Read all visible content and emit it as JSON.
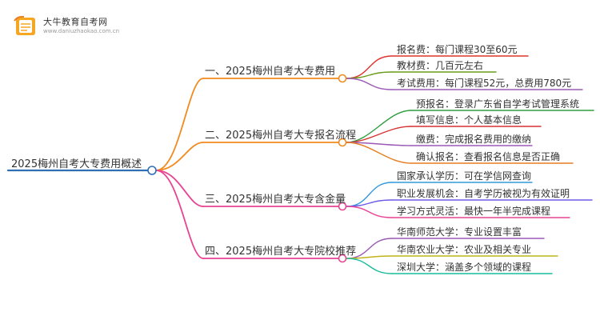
{
  "logo": {
    "title": "大牛教育自考网",
    "subtitle": "www.daniuzhaokao.com.cn",
    "icon": "book-logo-icon"
  },
  "mindmap": {
    "root": "2025梅州自考大专费用概述",
    "branches": [
      {
        "label": "一、2025梅州自考大专费用",
        "color": "#f28a1e",
        "leaves": [
          {
            "label": "报名费：每门课程30至60元",
            "color": "#e0342f"
          },
          {
            "label": "教材费：几百元左右",
            "color": "#6a9b1a"
          },
          {
            "label": "考试费用：每门课程52元，总费用780元",
            "color": "#9b59b6"
          }
        ]
      },
      {
        "label": "二、2025梅州自考大专报名流程",
        "color": "#f28a1e",
        "leaves": [
          {
            "label": "预报名：登录广东省自学考试管理系统",
            "color": "#2e9e3f"
          },
          {
            "label": "填写信息：个人基本信息",
            "color": "#d63031"
          },
          {
            "label": "缴费：完成报名费用的缴纳",
            "color": "#9b59b6"
          },
          {
            "label": "确认报名：查看报名信息是否正确",
            "color": "#e67e22"
          }
        ]
      },
      {
        "label": "三、2025梅州自考大专含金量",
        "color": "#e84393",
        "leaves": [
          {
            "label": "国家承认学历：可在学信网查询",
            "color": "#3498db"
          },
          {
            "label": "职业发展机会：自考学历被视为有效证明",
            "color": "#6c5ce7"
          },
          {
            "label": "学习方式灵活：最快一年半完成课程",
            "color": "#e84393"
          }
        ]
      },
      {
        "label": "四、2025梅州自考大专院校推荐",
        "color": "#e84393",
        "leaves": [
          {
            "label": "华南师范大学：专业设置丰富",
            "color": "#9b59b6"
          },
          {
            "label": "华南农业大学：农业及相关专业",
            "color": "#c2b31a"
          },
          {
            "label": "深圳大学：涵盖多个领域的课程",
            "color": "#1abc9c"
          }
        ]
      }
    ],
    "root_color": "#2f6fb3"
  }
}
